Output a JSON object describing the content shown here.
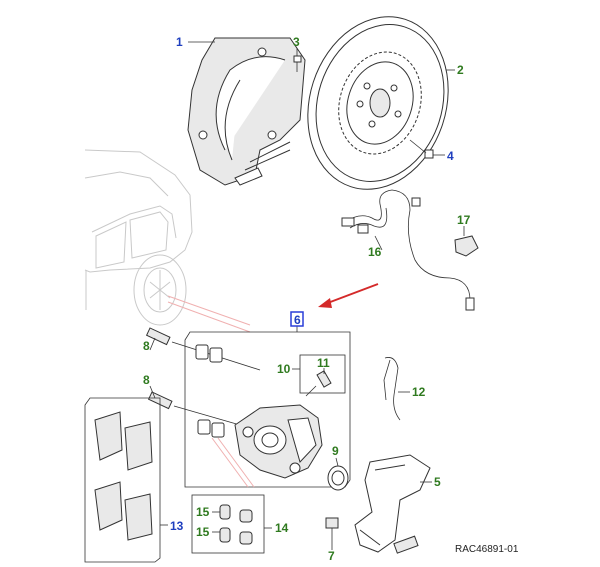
{
  "diagram": {
    "reference_code": "RAC46891-01",
    "callouts": [
      {
        "id": "c1",
        "text": "1",
        "color": "blue"
      },
      {
        "id": "c2",
        "text": "2",
        "color": "green"
      },
      {
        "id": "c3",
        "text": "3",
        "color": "green"
      },
      {
        "id": "c4",
        "text": "4",
        "color": "blue"
      },
      {
        "id": "c5",
        "text": "5",
        "color": "green"
      },
      {
        "id": "c6",
        "text": "6",
        "color": "blue"
      },
      {
        "id": "c7",
        "text": "7",
        "color": "green"
      },
      {
        "id": "c8a",
        "text": "8",
        "color": "green"
      },
      {
        "id": "c8b",
        "text": "8",
        "color": "green"
      },
      {
        "id": "c9",
        "text": "9",
        "color": "green"
      },
      {
        "id": "c10",
        "text": "10",
        "color": "green"
      },
      {
        "id": "c11",
        "text": "11",
        "color": "green"
      },
      {
        "id": "c12",
        "text": "12",
        "color": "green"
      },
      {
        "id": "c13",
        "text": "13",
        "color": "blue"
      },
      {
        "id": "c14",
        "text": "14",
        "color": "green"
      },
      {
        "id": "c15a",
        "text": "15",
        "color": "green"
      },
      {
        "id": "c15b",
        "text": "15",
        "color": "green"
      },
      {
        "id": "c16",
        "text": "16",
        "color": "green"
      },
      {
        "id": "c17",
        "text": "17",
        "color": "green"
      }
    ],
    "colors": {
      "blue_label": "#1f3fbf",
      "green_label": "#2f7a1f",
      "arrow": "#d42a2a",
      "highlight_box": "#2a3fd9"
    }
  }
}
